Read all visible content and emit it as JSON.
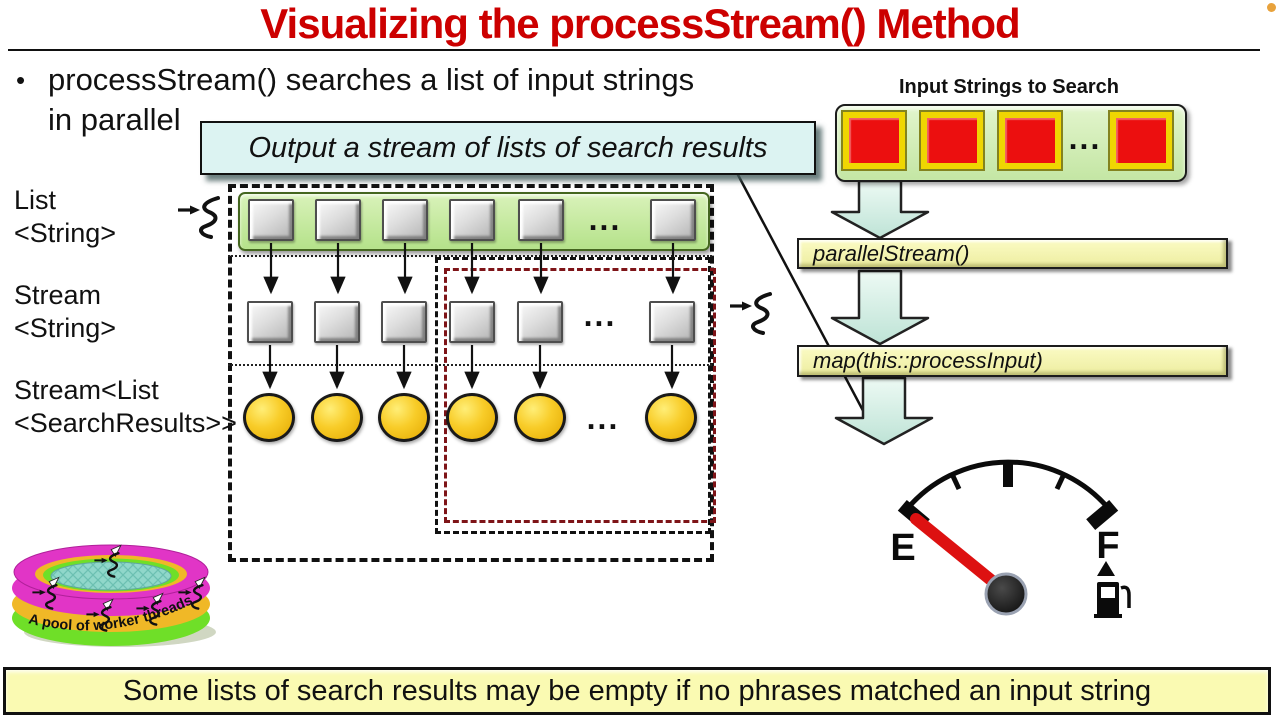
{
  "slide": {
    "title": "Visualizing the processStream() Method",
    "bullet_marker": "•",
    "bullet_line1": "processStream() searches a list of input strings",
    "bullet_line2": "in parallel",
    "banner": "Some lists of search results may be empty if no phrases matched an input string"
  },
  "callout": {
    "text": "Output a stream of lists of search results"
  },
  "left_labels": {
    "list_string": {
      "line1": "List",
      "line2": "<String>"
    },
    "stream_string": {
      "line1": "Stream",
      "line2": "<String>"
    },
    "stream_list": {
      "line1": "Stream<List",
      "line2": "<SearchResults>>"
    }
  },
  "diagram": {
    "ellipsis": "..."
  },
  "pipeline": {
    "header": "Input Strings to Search",
    "step1_label": "parallelStream()",
    "step2_label": "map(this::processInput)"
  },
  "gauge": {
    "empty_label": "E",
    "full_label": "F"
  },
  "pool": {
    "caption": "A pool of worker threads"
  },
  "colors": {
    "title_red": "#CC0000",
    "callout_bg": "#DCF3F2",
    "list_bar_green": "#C2E79A",
    "input_box_green": "#CFEDB3",
    "input_cell_red": "#EC0F0F",
    "input_cell_border_yellow": "#EFD602",
    "step_box_yellow": "#F5F5A5",
    "banner_yellow": "#FAFAB2",
    "result_gold": "#F4C41A",
    "big_arrow_mint": "#D6F0E8",
    "inner_dashed_red": "#7E1418",
    "needle_red": "#DD1111"
  }
}
